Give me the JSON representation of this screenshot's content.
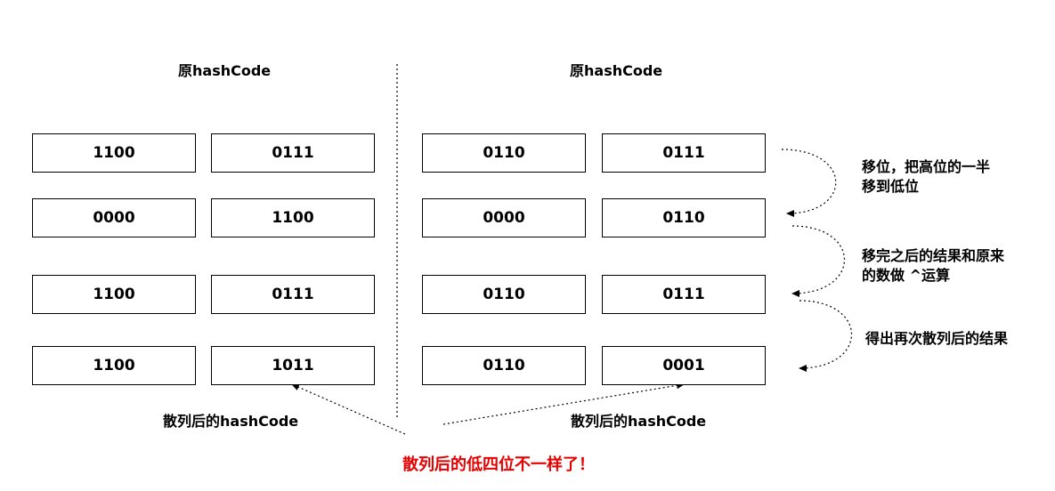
{
  "left": {
    "title": "原hashCode",
    "rows": [
      [
        "1100",
        "0111"
      ],
      [
        "0000",
        "1100"
      ],
      [
        "1100",
        "0111"
      ],
      [
        "1100",
        "1011"
      ]
    ],
    "result_label": "散列后的hashCode"
  },
  "right": {
    "title": "原hashCode",
    "rows": [
      [
        "0110",
        "0111"
      ],
      [
        "0000",
        "0110"
      ],
      [
        "0110",
        "0111"
      ],
      [
        "0110",
        "0001"
      ]
    ],
    "result_label": "散列后的hashCode"
  },
  "annotations": [
    {
      "line1": "移位，把高位的一半",
      "line2": "移到低位"
    },
    {
      "line1": "移完之后的结果和原来",
      "line2": "的数做 ^运算"
    },
    {
      "line1": "得出再次散列后的结果",
      "line2": ""
    }
  ],
  "footer": "散列后的低四位不一样了！",
  "colors": {
    "footer": "#e60000",
    "border": "#000000"
  }
}
